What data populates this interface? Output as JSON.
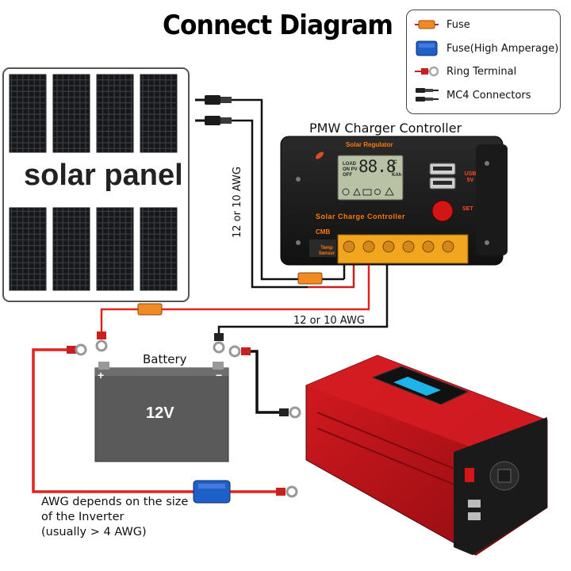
{
  "title": "Connect Diagram",
  "legend": {
    "items": [
      {
        "label": "Fuse",
        "icon": "fuse-icon",
        "color": "#f08a24"
      },
      {
        "label": "Fuse(High Amperage)",
        "icon": "fuse-high-amperage-icon",
        "color": "#1f5fc8"
      },
      {
        "label": "Ring Terminal",
        "icon": "ring-terminal-icon",
        "color": "#c8201f"
      },
      {
        "label": "MC4 Connectors",
        "icon": "mc4-connector-icon",
        "color": "#222222"
      }
    ]
  },
  "solar_panel": {
    "label": "solar panel"
  },
  "controller": {
    "caption": "PMW Charger Controller",
    "regulator_title": "Solar Regulator",
    "name": "Solar Charge Controller",
    "cmb": "CMB",
    "temp_sensor": "Temp Sensor",
    "usb": "USB 5V",
    "set": "SET",
    "lcd_load": "LOAD ON PV OFF",
    "lcd_digits": "88.8",
    "lcd_units": "°C V KAh"
  },
  "wires": {
    "awg_vertical": "12 or 10 AWG",
    "awg_horizontal": "12 or 10 AWG"
  },
  "battery": {
    "label": "Battery",
    "voltage": "12V"
  },
  "note": {
    "line1": "AWG depends on the size",
    "line2": "of the Inverter",
    "line3": "(usually  > 4 AWG)"
  },
  "colors": {
    "positive_wire": "#e2241d",
    "negative_wire": "#111111",
    "fuse": "#f08a24",
    "fuse_high": "#1f5fc8",
    "inverter_body": "#c0141a"
  }
}
